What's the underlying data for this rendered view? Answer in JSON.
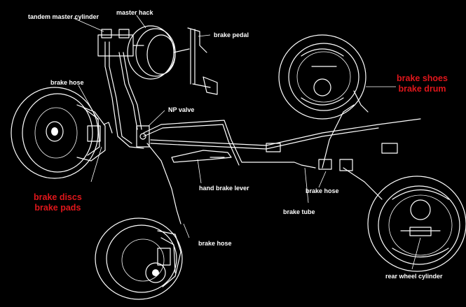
{
  "labels": {
    "tandem_master_cylinder": "tandem master cylinder",
    "master_hack": "master hack",
    "brake_pedal": "brake pedal",
    "brake_hose_front_left": "brake hose",
    "np_valve": "NP valve",
    "hand_brake_lever": "hand brake lever",
    "brake_hose_front_right": "brake hose",
    "brake_hose_rear": "brake hose",
    "brake_tube": "brake tube",
    "rear_wheel_cylinder": "rear wheel cylinder"
  },
  "callouts": {
    "front": {
      "line1": "brake discs",
      "line2": "brake pads"
    },
    "rear": {
      "line1": "brake shoes",
      "line2": "brake drum"
    }
  },
  "colors": {
    "background": "#000000",
    "line": "#ffffff",
    "callout": "#e0161b"
  }
}
